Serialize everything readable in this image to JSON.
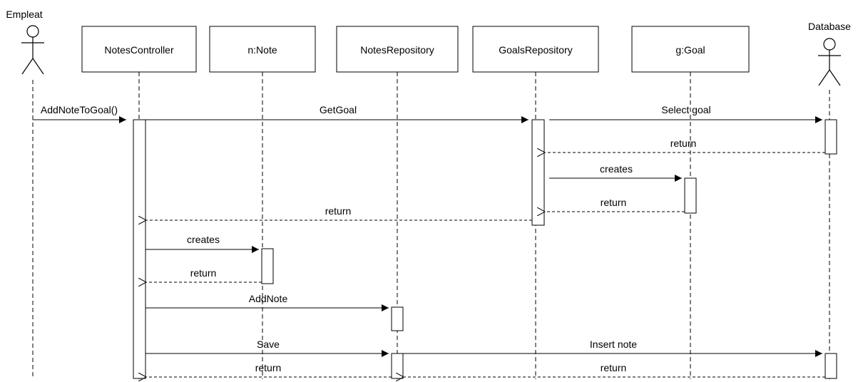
{
  "actors": [
    {
      "id": "empleat",
      "label": "Empleat"
    },
    {
      "id": "database",
      "label": "Database"
    }
  ],
  "participants": [
    {
      "id": "notes-controller",
      "label": "NotesController"
    },
    {
      "id": "note",
      "label": "n:Note"
    },
    {
      "id": "notes-repository",
      "label": "NotesRepository"
    },
    {
      "id": "goals-repository",
      "label": "GoalsRepository"
    },
    {
      "id": "goal",
      "label": "g:Goal"
    }
  ],
  "messages": [
    {
      "id": "m1",
      "label": "AddNoteToGoal()",
      "kind": "call"
    },
    {
      "id": "m2",
      "label": "GetGoal",
      "kind": "call"
    },
    {
      "id": "m3",
      "label": "Select goal",
      "kind": "call"
    },
    {
      "id": "m4",
      "label": "return",
      "kind": "return"
    },
    {
      "id": "m5",
      "label": "creates",
      "kind": "call"
    },
    {
      "id": "m6",
      "label": "return",
      "kind": "return"
    },
    {
      "id": "m7",
      "label": "return",
      "kind": "return"
    },
    {
      "id": "m8",
      "label": "creates",
      "kind": "call"
    },
    {
      "id": "m9",
      "label": "return",
      "kind": "return"
    },
    {
      "id": "m10",
      "label": "AddNote",
      "kind": "call"
    },
    {
      "id": "m11",
      "label": "Save",
      "kind": "call"
    },
    {
      "id": "m12",
      "label": "Insert note",
      "kind": "call"
    },
    {
      "id": "m13",
      "label": "return",
      "kind": "return"
    },
    {
      "id": "m14",
      "label": "return",
      "kind": "return"
    }
  ]
}
